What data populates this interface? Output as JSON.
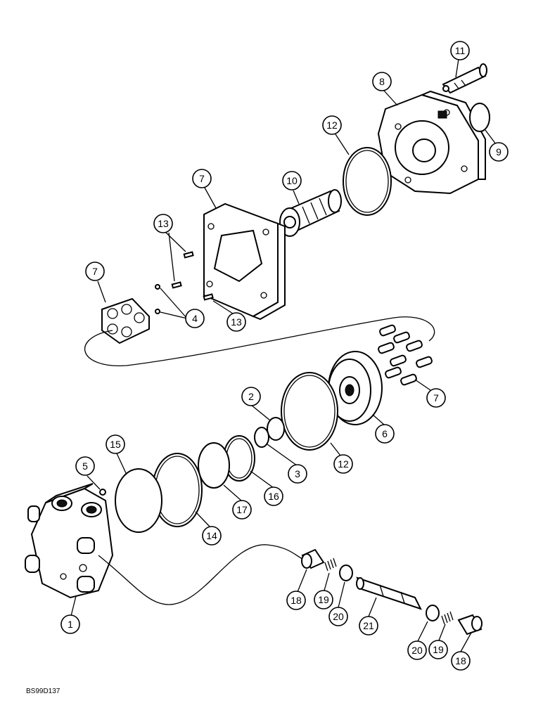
{
  "figure_id": "BS99D137",
  "callouts": [
    {
      "id": "c1",
      "label": "1"
    },
    {
      "id": "c2",
      "label": "2"
    },
    {
      "id": "c3",
      "label": "3"
    },
    {
      "id": "c4",
      "label": "4"
    },
    {
      "id": "c5",
      "label": "5"
    },
    {
      "id": "c6",
      "label": "6"
    },
    {
      "id": "c7a",
      "label": "7"
    },
    {
      "id": "c7b",
      "label": "7"
    },
    {
      "id": "c7c",
      "label": "7"
    },
    {
      "id": "c8",
      "label": "8"
    },
    {
      "id": "c9",
      "label": "9"
    },
    {
      "id": "c10",
      "label": "10"
    },
    {
      "id": "c11",
      "label": "11"
    },
    {
      "id": "c12a",
      "label": "12"
    },
    {
      "id": "c12b",
      "label": "12"
    },
    {
      "id": "c13a",
      "label": "13"
    },
    {
      "id": "c13b",
      "label": "13"
    },
    {
      "id": "c14",
      "label": "14"
    },
    {
      "id": "c15",
      "label": "15"
    },
    {
      "id": "c16",
      "label": "16"
    },
    {
      "id": "c17",
      "label": "17"
    },
    {
      "id": "c18a",
      "label": "18"
    },
    {
      "id": "c18b",
      "label": "18"
    },
    {
      "id": "c19a",
      "label": "19"
    },
    {
      "id": "c19b",
      "label": "19"
    },
    {
      "id": "c20a",
      "label": "20"
    },
    {
      "id": "c20b",
      "label": "20"
    },
    {
      "id": "c21",
      "label": "21"
    }
  ]
}
